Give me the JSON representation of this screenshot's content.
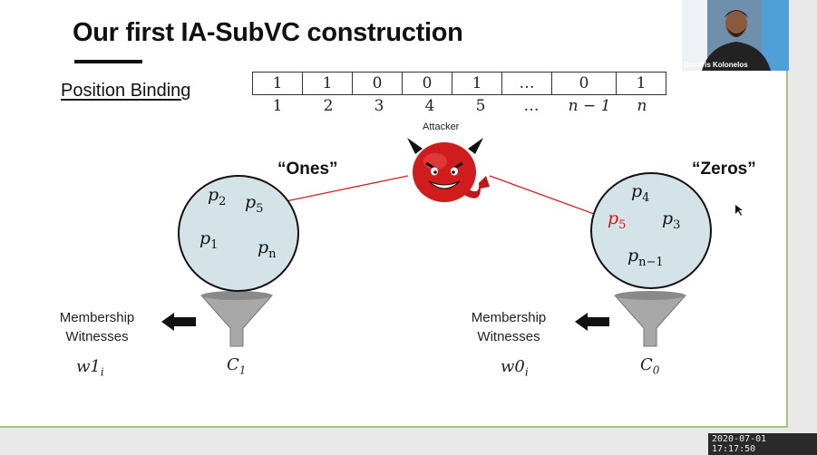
{
  "slide": {
    "title": "Our first IA-SubVC construction",
    "subtitle": "Position Binding",
    "vector_values": [
      "1",
      "1",
      "0",
      "0",
      "1",
      "…",
      "0",
      "1"
    ],
    "vector_indices": [
      "1",
      "2",
      "3",
      "4",
      "5",
      "…",
      "n − 1",
      "n"
    ],
    "attacker_label": "Attacker",
    "ones_label": "“Ones”",
    "zeros_label": "“Zeros”",
    "left_set": [
      {
        "base": "p",
        "sub": "2"
      },
      {
        "base": "p",
        "sub": "5"
      },
      {
        "base": "p",
        "sub": "1"
      },
      {
        "base": "p",
        "sub": "n"
      }
    ],
    "right_set": [
      {
        "base": "p",
        "sub": "4"
      },
      {
        "base": "p",
        "sub": "5"
      },
      {
        "base": "p",
        "sub": "3"
      },
      {
        "base": "p",
        "sub": "n−1"
      }
    ],
    "left_witness_label": "Membership Witnesses",
    "right_witness_label": "Membership Witnesses",
    "left_commitment": {
      "base": "C",
      "sub": "1"
    },
    "right_commitment": {
      "base": "C",
      "sub": "0"
    },
    "left_witness_var": {
      "base": "w1",
      "sub": "i"
    },
    "right_witness_var": {
      "base": "w0",
      "sub": "i"
    },
    "colors": {
      "circle_fill": "#d4e3e8",
      "attack_red": "#d11111",
      "slide_border": "#a9c67a",
      "funnel_gray": "#a8a8a8"
    }
  },
  "webcam": {
    "participant_name": "Dimitris Kolonelos"
  },
  "timestamp": "2020-07-01  17:17:50"
}
